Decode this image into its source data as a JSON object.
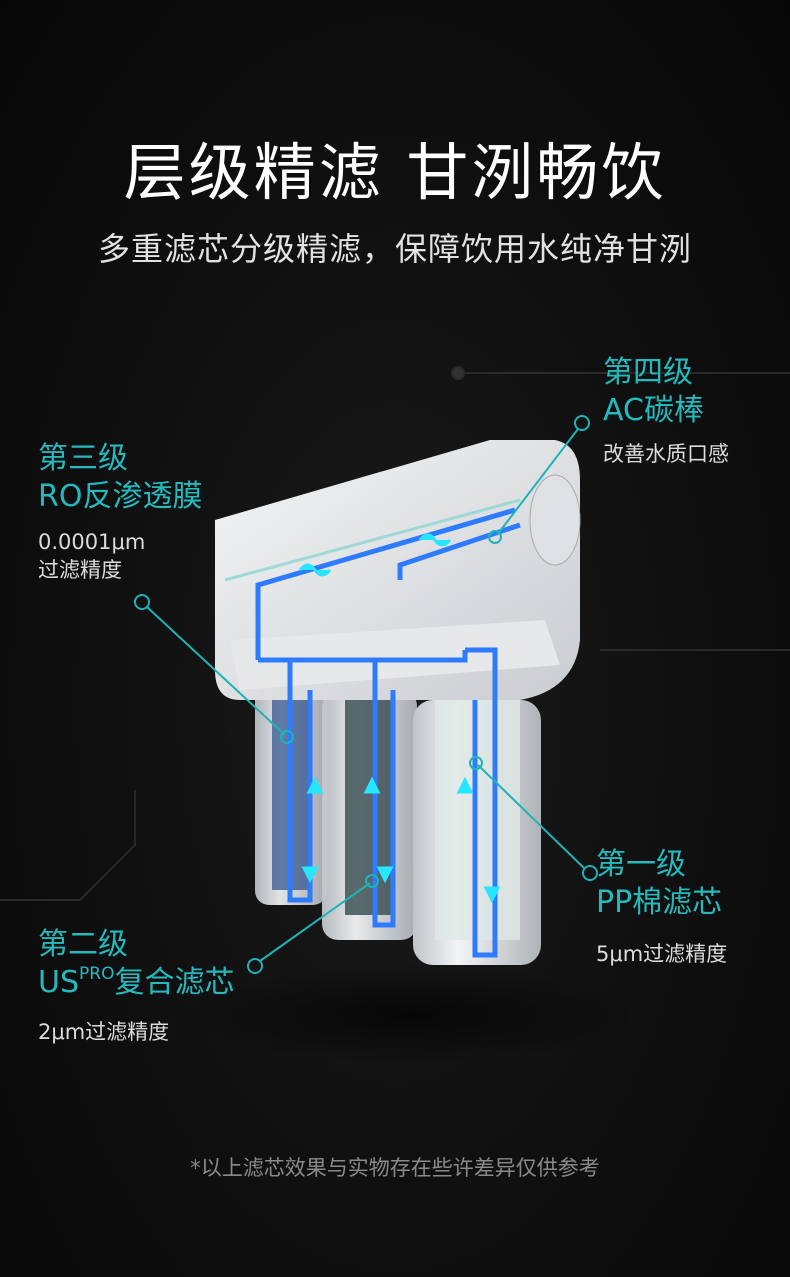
{
  "header": {
    "title": "层级精滤 甘洌畅饮",
    "subtitle": "多重滤芯分级精滤，保障饮用水纯净甘洌"
  },
  "stages": [
    {
      "level": "第一级",
      "name": "PP棉滤芯",
      "detail": "5μm过滤精度"
    },
    {
      "level": "第二级",
      "name_prefix": "US",
      "name_sup": "PRO",
      "name_suffix": "复合滤芯",
      "detail": "2μm过滤精度"
    },
    {
      "level": "第三级",
      "name": "RO反渗透膜",
      "detail_line1": "0.0001μm",
      "detail_line2": "过滤精度"
    },
    {
      "level": "第四级",
      "name": "AC碳棒",
      "detail": "改善水质口感"
    }
  ],
  "footnote": "*以上滤芯效果与实物存在些许差异仅供参考",
  "colors": {
    "accent": "#23b9bd",
    "pipe": "#2f7bff",
    "flow": "#27e6ff"
  }
}
